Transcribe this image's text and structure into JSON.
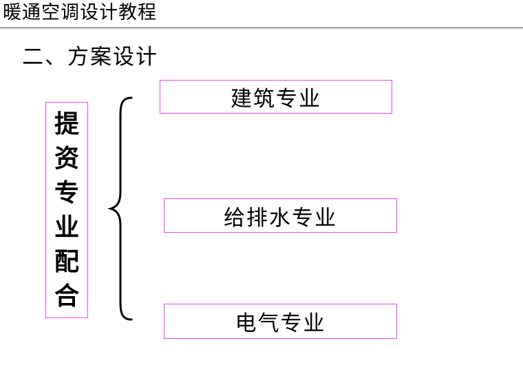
{
  "header": {
    "title": "暖通空调设计教程"
  },
  "section": {
    "title": "二、方案设计"
  },
  "diagram": {
    "source": {
      "label": [
        "提",
        "资",
        "专",
        "业",
        "配",
        "合"
      ]
    },
    "targets": [
      {
        "label": "建筑专业"
      },
      {
        "label": "给排水专业"
      },
      {
        "label": "电气专业"
      }
    ],
    "colors": {
      "box_border": "#ee44ee",
      "text": "#000000",
      "rule": "#404040"
    }
  }
}
